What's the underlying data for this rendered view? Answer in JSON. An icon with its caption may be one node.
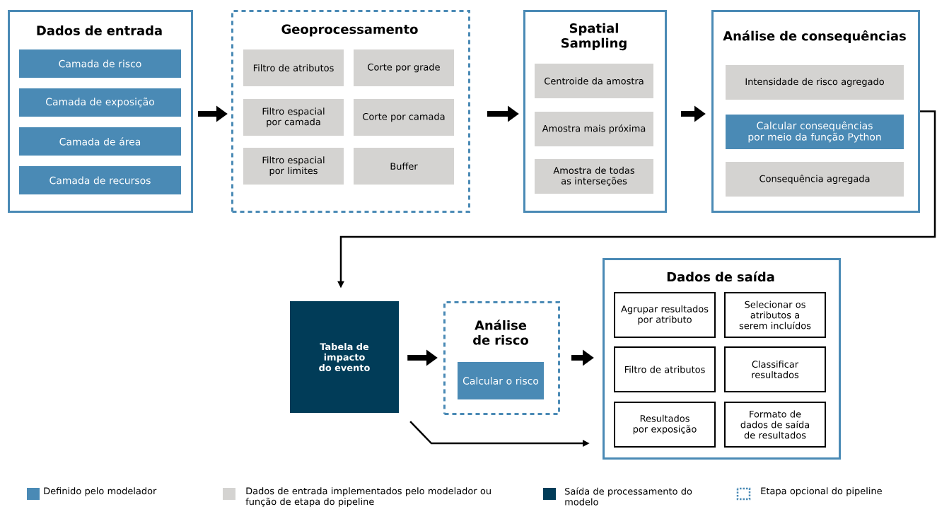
{
  "diagram": {
    "nodes": [
      {
        "text": [
          "Dados de entrada"
        ]
      },
      {
        "text": [
          "Camada de risco"
        ],
        "in": 0
      },
      {
        "text": [
          "Camada de exposição"
        ],
        "in": 0
      },
      {
        "text": [
          "Camada de área"
        ],
        "in": 0
      },
      {
        "text": [
          "Camada de recursos"
        ],
        "in": 0
      },
      {
        "text": [
          "Geoprocessamento"
        ]
      },
      {
        "text": [
          "Filtro de atributos"
        ],
        "in": 5
      },
      {
        "text": [
          "Corte por grade"
        ],
        "in": 5
      },
      {
        "text": [
          "Filtro espacial por camada"
        ],
        "in": 5
      },
      {
        "text": [
          "Corte por camada"
        ],
        "in": 5
      },
      {
        "text": [
          "Filtro espacial por limites"
        ],
        "in": 5
      },
      {
        "text": [
          "Buffer"
        ],
        "in": 5
      },
      {
        "text": [
          "Spatial Sampling"
        ]
      },
      {
        "text": [
          "Centroide da amostra"
        ],
        "in": 12
      },
      {
        "text": [
          "Amostra mais próxima"
        ],
        "in": 12
      },
      {
        "text": [
          "Amostra de todas as interseções"
        ],
        "in": 12
      },
      {
        "text": [
          "Análise de consequências"
        ]
      },
      {
        "text": [
          "Intensidade de risco agregado"
        ],
        "in": 16
      },
      {
        "text": [
          "Calcular consequências por meio da função Python"
        ],
        "in": 16
      },
      {
        "text": [
          "Consequência agregada"
        ],
        "in": 16
      },
      {
        "text": [
          "Tabela de impacto do evento"
        ]
      },
      {
        "text": [
          "Análise de risco"
        ]
      },
      {
        "text": [
          "Calcular o risco"
        ],
        "in": 21
      },
      {
        "text": [
          "Dados de saída"
        ]
      },
      {
        "text": [
          "Agrupar resultados por atributo"
        ],
        "in": 23
      },
      {
        "text": [
          "Selecionar os atributos a serem incluídos"
        ],
        "in": 23
      },
      {
        "text": [
          "Filtro de atributos"
        ],
        "in": 23
      },
      {
        "text": [
          "Classificar resultados"
        ],
        "in": 23
      },
      {
        "text": [
          "Resultados por exposição"
        ],
        "in": 23
      },
      {
        "text": [
          "Formato de dados de saída de resultados"
        ],
        "in": 23
      }
    ],
    "edges": [
      {
        "from": 0,
        "to": 5,
        "arrow": "to"
      },
      {
        "from": 5,
        "to": 12,
        "arrow": "to"
      },
      {
        "from": 12,
        "to": 16,
        "arrow": "to"
      },
      {
        "from": 16,
        "to": 20,
        "arrow": "to"
      },
      {
        "from": 20,
        "to": 21,
        "arrow": "to"
      },
      {
        "from": 21,
        "to": 23,
        "arrow": "to"
      },
      {
        "from": 20,
        "to": 23,
        "arrow": "to"
      }
    ],
    "legend": [
      {
        "text": "Definido pelo modelador",
        "color": "#4a8ab5"
      },
      {
        "text": "Dados de entrada implementados pelo modelador ou função de etapa do pipeline",
        "color": "#d4d3d1"
      },
      {
        "text": "Saída de processamento do modelo",
        "color": "#013c58"
      },
      {
        "text": "Etapa opcional do pipeline"
      }
    ]
  }
}
